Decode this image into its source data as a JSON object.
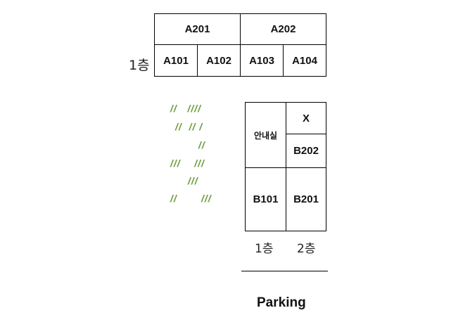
{
  "building_a": {
    "floor_label": "1층",
    "upper_rooms": [
      "A201",
      "A202"
    ],
    "lower_rooms": [
      "A101",
      "A102",
      "A103",
      "A104"
    ]
  },
  "building_b": {
    "info_room": "안내실",
    "x_room": "X",
    "rooms": {
      "b202": "B202",
      "b101": "B101",
      "b201": "B201"
    },
    "floor_labels": [
      "1층",
      "2층"
    ]
  },
  "hatch_rows": [
    "//   ////",
    "//  // /",
    "//",
    "///    ///",
    "///",
    "//       ///"
  ],
  "parking_label": "Parking",
  "colors": {
    "hatch": "#6a9a3a",
    "border": "#000000"
  }
}
